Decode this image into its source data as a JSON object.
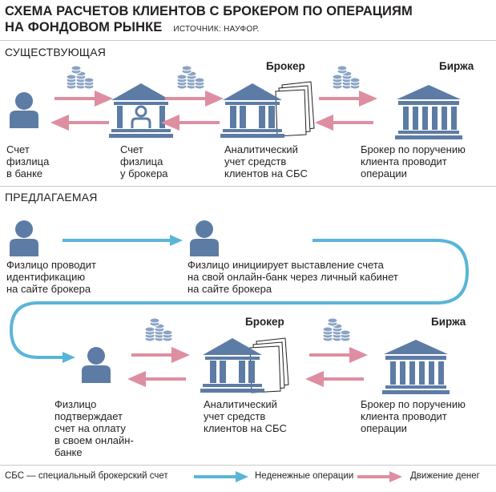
{
  "title": {
    "line1": "СХЕМА РАСЧЕТОВ КЛИЕНТОВ С БРОКЕРОМ ПО ОПЕРАЦИЯМ",
    "line2": "НА ФОНДОВОМ РЫНКЕ",
    "source": "ИСТОЧНИК: НАУФОР."
  },
  "existing": {
    "heading": "СУЩЕСТВУЮЩАЯ",
    "broker_tag": "Брокер",
    "exchange_tag": "Биржа",
    "labels": [
      "Счет\nфизлица\nв банке",
      "Счет\nфизлица\nу  брокера",
      "Аналитический\nучет средств\nклиентов на СБС",
      "Брокер по поручению\nклиента проводит\nоперации"
    ]
  },
  "proposed": {
    "heading": "ПРЕДЛАГАЕМАЯ",
    "broker_tag": "Брокер",
    "exchange_tag": "Биржа",
    "labels": [
      "Физлицо проводит\nидентификацию\nна сайте брокера",
      "Физлицо инициирует выставление счета\nна свой онлайн-банк через личный кабинет\nна сайте брокера",
      "Физлицо\nподтверждает\nсчет на оплату\nв своем онлайн-\nбанке",
      "Аналитический\nучет средств\nклиентов на СБС",
      "Брокер по поручению\nклиента проводит\nоперации"
    ]
  },
  "legend": {
    "sbs": "СБС — специальный брокерский счет",
    "non_cash": "Неденежные операции",
    "cash": "Движение денег"
  },
  "colors": {
    "icon": "#5d7ca5",
    "coin": "#8aa3c4",
    "money_arrow": "#de8ea1",
    "nonmoney_arrow": "#59b5d8",
    "rule": "#c8c8c8"
  },
  "icons": [
    "person-icon",
    "bank-building-icon",
    "coins-icon",
    "document-stack-icon"
  ]
}
